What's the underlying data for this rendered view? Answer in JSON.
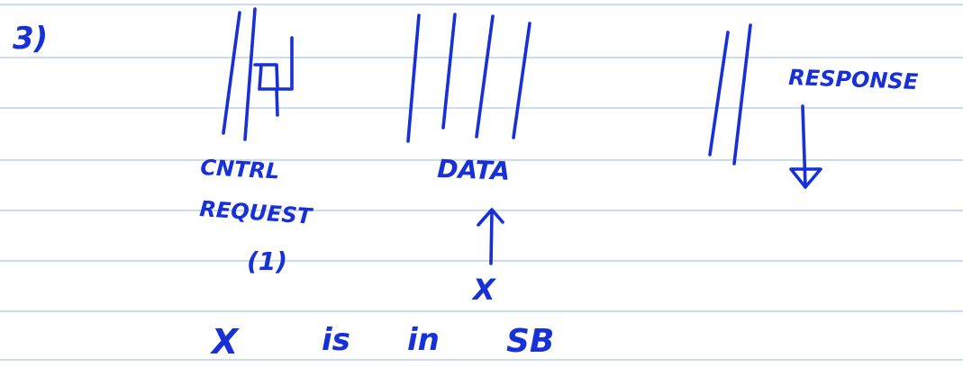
{
  "note": {
    "item_number": "3)",
    "labels": {
      "control_line": "CNTRL",
      "request": "REQUEST",
      "request_value": "(1)",
      "data": "DATA",
      "response": "RESPONSE",
      "variable": "X"
    },
    "statement": {
      "variable": "X",
      "word_is": "is",
      "word_in": "in",
      "location": "SB"
    }
  },
  "colors": {
    "ink": "#1730d8",
    "rule_lines": "#a9c8ec",
    "paper": "#ffffff"
  }
}
